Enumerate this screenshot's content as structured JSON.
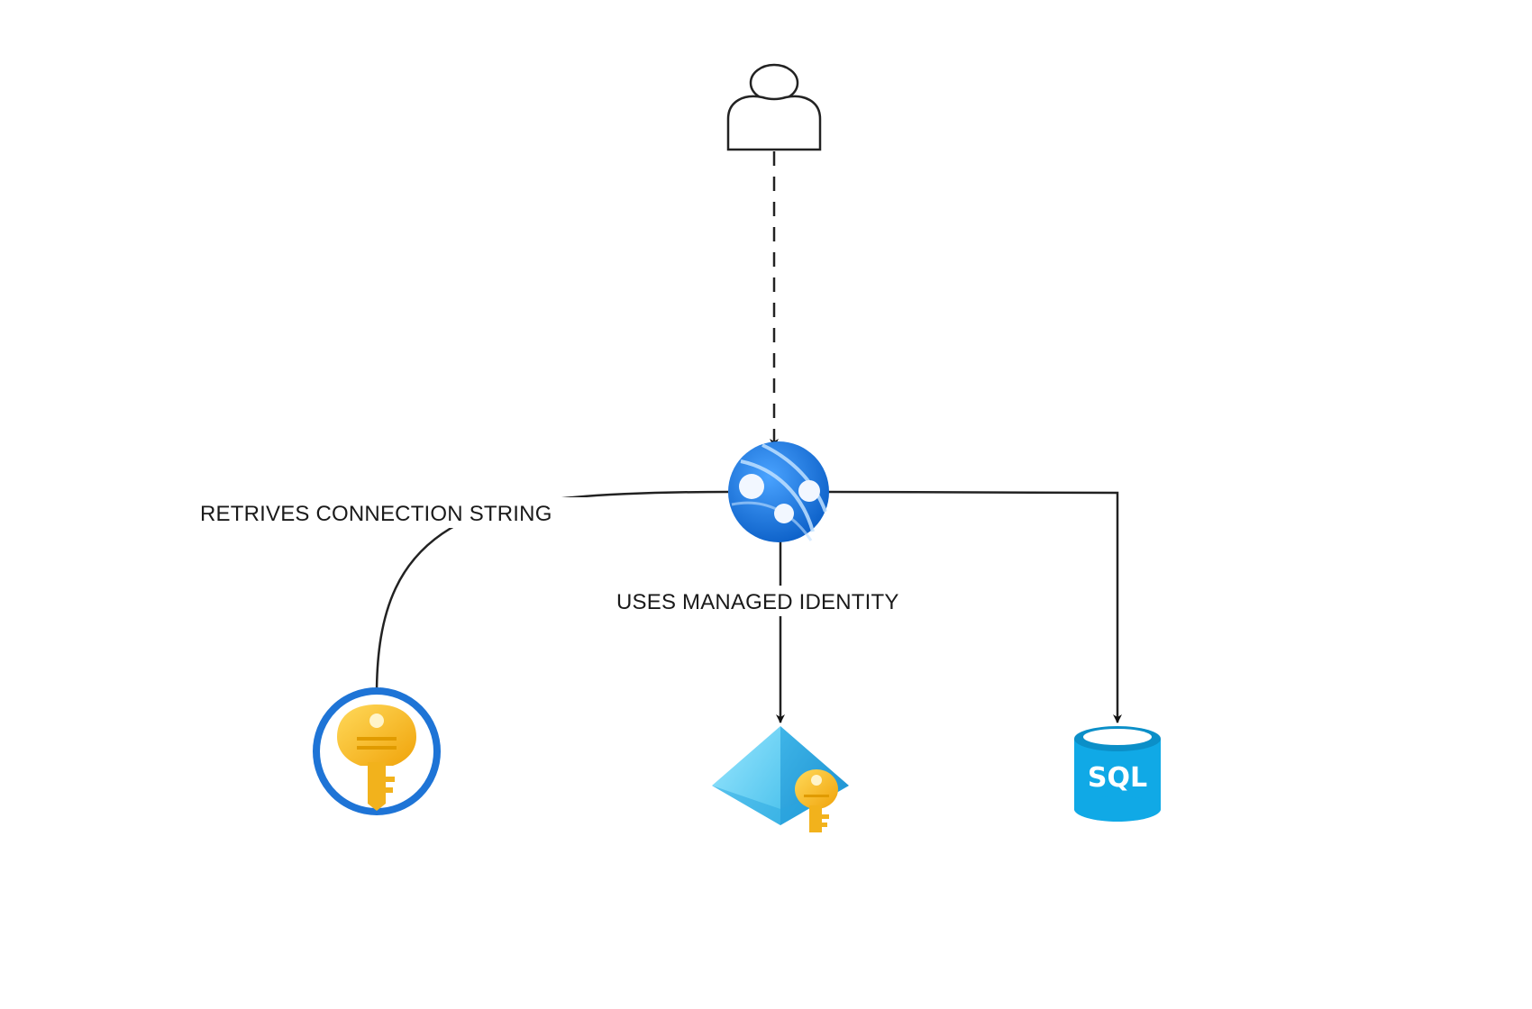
{
  "nodes": {
    "user": {
      "icon": "user-icon"
    },
    "app_service": {
      "icon": "app-service-globe-icon"
    },
    "key_vault": {
      "icon": "key-vault-icon"
    },
    "managed_identity": {
      "icon": "managed-identity-icon"
    },
    "sql_database": {
      "icon": "sql-database-icon",
      "label": "SQL"
    }
  },
  "edges": {
    "user_to_app": {
      "style": "dashed"
    },
    "app_to_key_vault": {
      "label": "RETRIVES CONNECTION STRING"
    },
    "app_to_identity": {
      "label": "USES MANAGED IDENTITY"
    },
    "app_to_sql": {
      "label": ""
    }
  },
  "colors": {
    "azure_blue": "#1e74d6",
    "key_gold": "#f8c233",
    "sql_cyan": "#10a9e6",
    "identity_light": "#7fd7f5"
  }
}
